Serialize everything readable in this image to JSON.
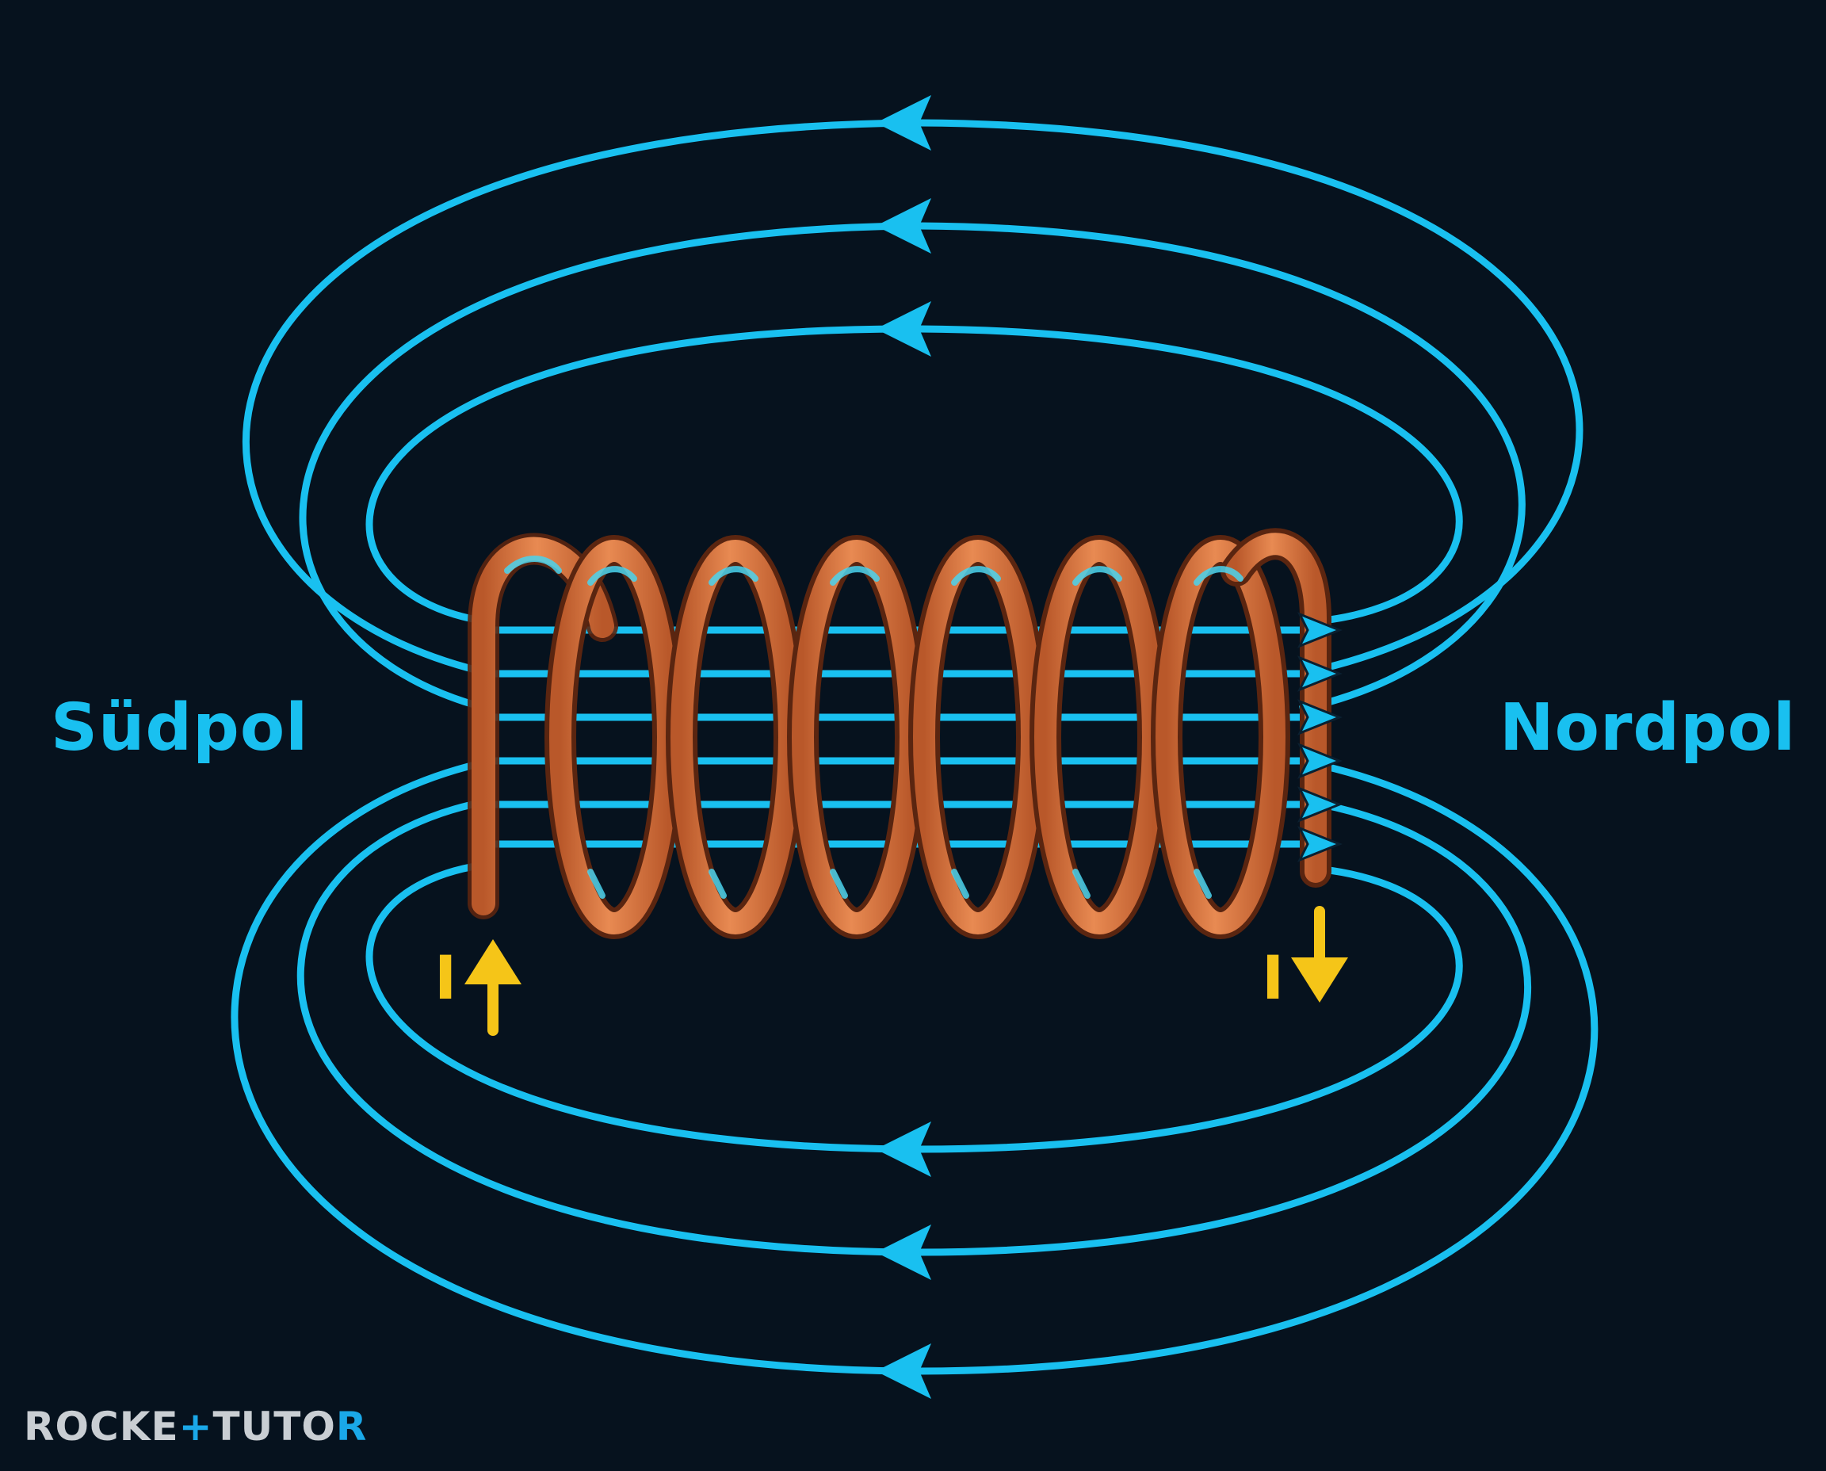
{
  "labels": {
    "south_pole": "Südpol",
    "north_pole": "Nordpol",
    "current_left": "I",
    "current_right": "I"
  },
  "logo": {
    "text": "ROCKETUTOR",
    "part1": "ROCKE",
    "mark": "+",
    "part2": "TUTO",
    "part3": "R"
  },
  "colors": {
    "background": "#06121e",
    "field_lines": "#19c0f0",
    "coil_copper": "#d9743d",
    "coil_outline": "#5a2510",
    "coil_highlight": "#4ad4ee",
    "current_arrows": "#f5c518",
    "logo_text": "#c9ced3",
    "logo_accent": "#1aa8e8"
  },
  "icons": {
    "current_up": "arrow-up-icon",
    "current_down": "arrow-down-icon",
    "field_direction": "arrowhead-icon"
  }
}
